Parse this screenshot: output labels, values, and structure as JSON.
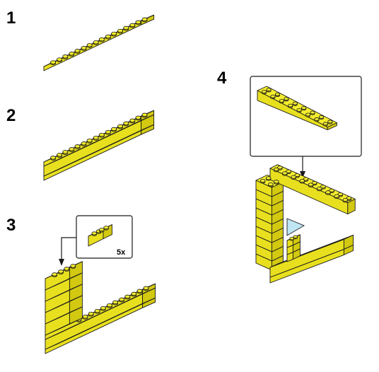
{
  "steps": [
    {
      "number": "1"
    },
    {
      "number": "2"
    },
    {
      "number": "3",
      "callout": {
        "quantity": "5x"
      }
    },
    {
      "number": "4"
    }
  ],
  "colors": {
    "brick_top": "#f4ee2e",
    "brick_side": "#e8e01e",
    "brick_dark": "#d2c910",
    "brick_darker": "#bdb40a",
    "outline": "#1a1a1a",
    "hole": "#bfe6f2",
    "background": "#ffffff"
  },
  "icons": [
    "arrow-down-icon"
  ]
}
